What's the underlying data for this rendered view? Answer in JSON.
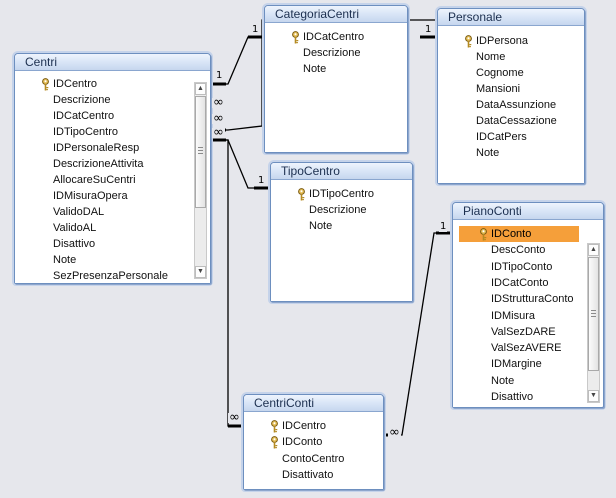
{
  "tables": {
    "centri": {
      "title": "Centri",
      "fields": [
        "IDCentro",
        "Descrizione",
        "IDCatCentro",
        "IDTipoCentro",
        "IDPersonaleResp",
        "DescrizioneAttivita",
        "AllocareSuCentri",
        "IDMisuraOpera",
        "ValidoDAL",
        "ValidoAL",
        "Disattivo",
        "Note",
        "SezPresenzaPersonale"
      ],
      "key_fields": [
        "IDCentro"
      ]
    },
    "categoria_centri": {
      "title": "CategoriaCentri",
      "fields": [
        "IDCatCentro",
        "Descrizione",
        "Note"
      ],
      "key_fields": [
        "IDCatCentro"
      ]
    },
    "personale": {
      "title": "Personale",
      "fields": [
        "IDPersona",
        "Nome",
        "Cognome",
        "Mansioni",
        "DataAssunzione",
        "DataCessazione",
        "IDCatPers",
        "Note"
      ],
      "key_fields": [
        "IDPersona"
      ]
    },
    "tipo_centro": {
      "title": "TipoCentro",
      "fields": [
        "IDTipoCentro",
        "Descrizione",
        "Note"
      ],
      "key_fields": [
        "IDTipoCentro"
      ]
    },
    "piano_conti": {
      "title": "PianoConti",
      "fields": [
        "IDConto",
        "DescConto",
        "IDTipoConto",
        "IDCatConto",
        "IDStrutturaConto",
        "IDMisura",
        "ValSezDARE",
        "ValSezAVERE",
        "IDMargine",
        "Note",
        "Disattivo"
      ],
      "key_fields": [
        "IDConto"
      ],
      "selected_field": "IDConto"
    },
    "centri_conti": {
      "title": "CentriConti",
      "fields": [
        "IDCentro",
        "IDConto",
        "ContoCentro",
        "Disattivato"
      ],
      "key_fields": [
        "IDCentro",
        "IDConto"
      ]
    }
  },
  "relationship_labels": {
    "one": "1",
    "many": "∞"
  },
  "colors": {
    "canvas": "#e6e7ec",
    "title_bar": "#d7e4f6",
    "border": "#6d8fbf",
    "selected_field": "#f59f3a",
    "join_line": "#000000"
  }
}
